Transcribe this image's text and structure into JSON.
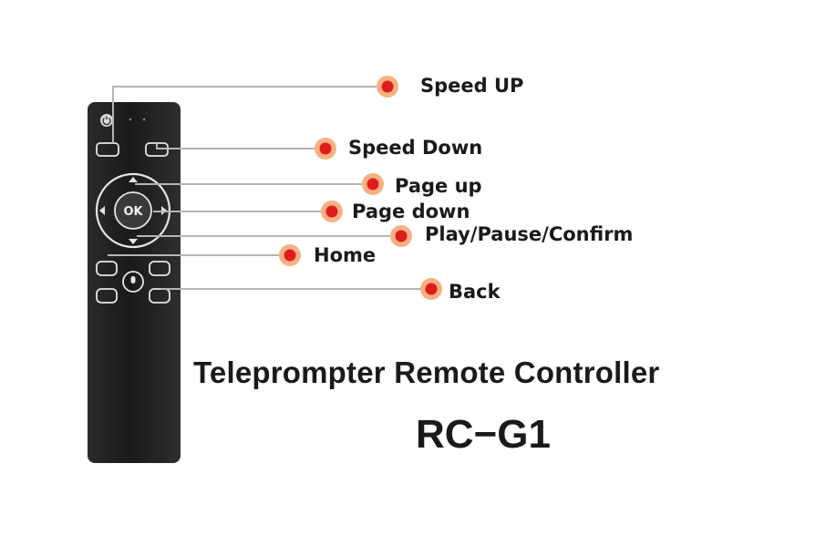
{
  "title": "Teleprompter Remote Controller",
  "model": "RC−G1",
  "callouts": [
    {
      "id": "speed-up",
      "label": "Speed UP"
    },
    {
      "id": "speed-down",
      "label": "Speed Down"
    },
    {
      "id": "page-up",
      "label": "Page up"
    },
    {
      "id": "page-down",
      "label": "Page down"
    },
    {
      "id": "play-pause-confirm",
      "label": "Play/Pause/Confirm"
    },
    {
      "id": "home",
      "label": "Home"
    },
    {
      "id": "back",
      "label": "Back"
    }
  ],
  "ok_key_label": "OK",
  "colors": {
    "remote_body": "#1e1e1e",
    "button_outline": "#e6e6e6",
    "leader_line": "#b5b5b5",
    "dot_outer": "#f6b183",
    "dot_inner": "#e01b1b"
  }
}
